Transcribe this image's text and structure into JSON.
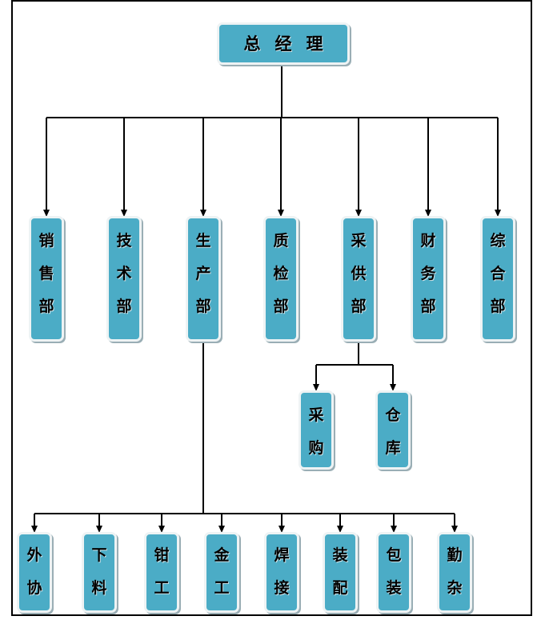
{
  "root": {
    "label": "总 经 理",
    "chars": [
      "总",
      "经",
      "理"
    ]
  },
  "departments": [
    {
      "id": "sales",
      "label": "销售部",
      "chars": [
        "销",
        "售",
        "部"
      ]
    },
    {
      "id": "tech",
      "label": "技术部",
      "chars": [
        "技",
        "术",
        "部"
      ]
    },
    {
      "id": "production",
      "label": "生产部",
      "chars": [
        "生",
        "产",
        "部"
      ]
    },
    {
      "id": "qc",
      "label": "质检部",
      "chars": [
        "质",
        "检",
        "部"
      ]
    },
    {
      "id": "supply",
      "label": "采供部",
      "chars": [
        "采",
        "供",
        "部"
      ]
    },
    {
      "id": "finance",
      "label": "财务部",
      "chars": [
        "财",
        "务",
        "部"
      ]
    },
    {
      "id": "general",
      "label": "综合部",
      "chars": [
        "综",
        "合",
        "部"
      ]
    }
  ],
  "supply_units": [
    {
      "id": "purchasing",
      "label": "采购",
      "chars": [
        "采",
        "购"
      ]
    },
    {
      "id": "warehouse",
      "label": "仓库",
      "chars": [
        "仓",
        "库"
      ]
    }
  ],
  "production_units": [
    {
      "id": "outsourcing",
      "label": "外协",
      "chars": [
        "外",
        "协"
      ]
    },
    {
      "id": "cutting",
      "label": "下料",
      "chars": [
        "下",
        "料"
      ]
    },
    {
      "id": "fitter",
      "label": "钳工",
      "chars": [
        "钳",
        "工"
      ]
    },
    {
      "id": "metalwork",
      "label": "金工",
      "chars": [
        "金",
        "工"
      ]
    },
    {
      "id": "welding",
      "label": "焊接",
      "chars": [
        "焊",
        "接"
      ]
    },
    {
      "id": "assembly",
      "label": "装配",
      "chars": [
        "装",
        "配"
      ]
    },
    {
      "id": "packaging",
      "label": "包装",
      "chars": [
        "包",
        "装"
      ]
    },
    {
      "id": "misc",
      "label": "勤杂",
      "chars": [
        "勤",
        "杂"
      ]
    }
  ],
  "colors": {
    "box_fill": "#4BACC6",
    "box_border": "#eef3f4",
    "line": "#000000"
  }
}
